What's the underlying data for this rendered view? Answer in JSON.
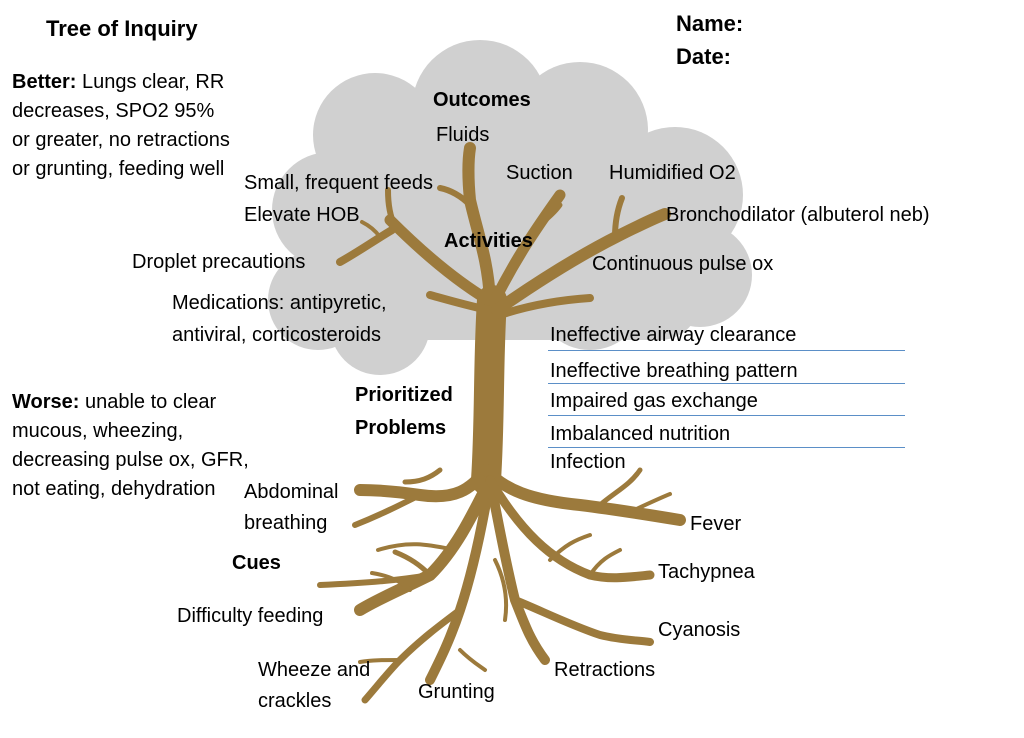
{
  "title": "Tree of Inquiry",
  "name_label": "Name:",
  "date_label": "Date:",
  "better": {
    "label": "Better:",
    "text": " Lungs clear, RR decreases, SPO2 95% or greater, no retractions or grunting, feeding well"
  },
  "worse": {
    "label": "Worse:",
    "text": " unable to clear mucous, wheezing, decreasing pulse ox, GFR, not eating, dehydration"
  },
  "sections": {
    "outcomes": "Outcomes",
    "activities": "Activities",
    "prioritized_line1": "Prioritized",
    "prioritized_line2": "Problems",
    "cues": "Cues"
  },
  "activities": {
    "fluids": "Fluids",
    "suction": "Suction",
    "humidified_o2": "Humidified O2",
    "small_feeds": "Small, frequent feeds",
    "elevate_hob": "Elevate HOB",
    "bronchodilator": "Bronchodilator (albuterol neb)",
    "droplet": "Droplet precautions",
    "pulse_ox": "Continuous pulse ox",
    "medications_line1": "Medications: antipyretic,",
    "medications_line2": "antiviral, corticosteroids"
  },
  "problems": [
    "Ineffective airway clearance",
    "Ineffective breathing pattern",
    "Impaired gas exchange",
    "Imbalanced nutrition",
    "Infection"
  ],
  "cues": {
    "abdominal_line1": "Abdominal",
    "abdominal_line2": "breathing",
    "fever": "Fever",
    "tachypnea": "Tachypnea",
    "difficulty_feeding": "Difficulty feeding",
    "cyanosis": "Cyanosis",
    "wheeze_line1": "Wheeze and",
    "wheeze_line2": "crackles",
    "retractions": "Retractions",
    "grunting": "Grunting"
  },
  "colors": {
    "canopy": "#d0d0d0",
    "trunk": "#9c7a3c",
    "problem_line": "#5b8fc7"
  }
}
